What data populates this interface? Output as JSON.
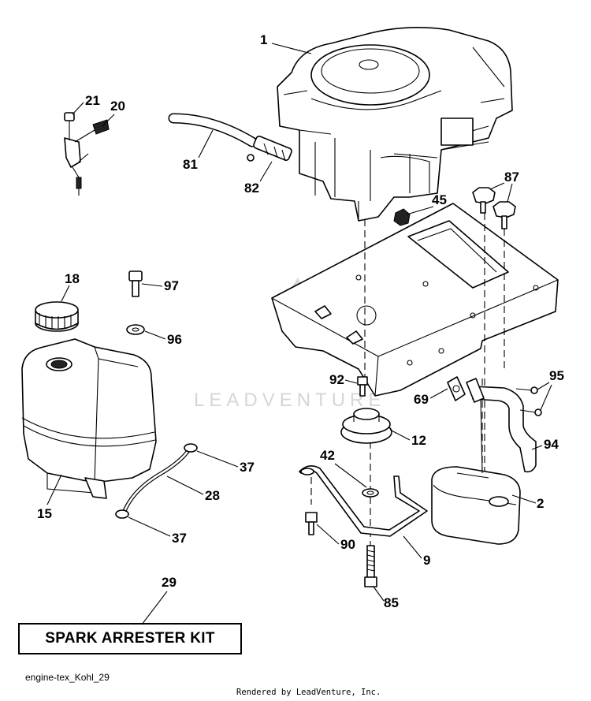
{
  "callouts": {
    "c1": "1",
    "c2": "2",
    "c9": "9",
    "c12": "12",
    "c15": "15",
    "c18": "18",
    "c20": "20",
    "c21": "21",
    "c28": "28",
    "c29": "29",
    "c37a": "37",
    "c37b": "37",
    "c42": "42",
    "c45": "45",
    "c69": "69",
    "c81": "81",
    "c82": "82",
    "c85": "85",
    "c87": "87",
    "c90": "90",
    "c92": "92",
    "c94": "94",
    "c95": "95",
    "c96": "96",
    "c97": "97"
  },
  "kit_label": "SPARK ARRESTER KIT",
  "watermark": "LEADVENTURE",
  "file_id": "engine-tex_Kohl_29",
  "credit": "Rendered by LeadVenture, Inc."
}
